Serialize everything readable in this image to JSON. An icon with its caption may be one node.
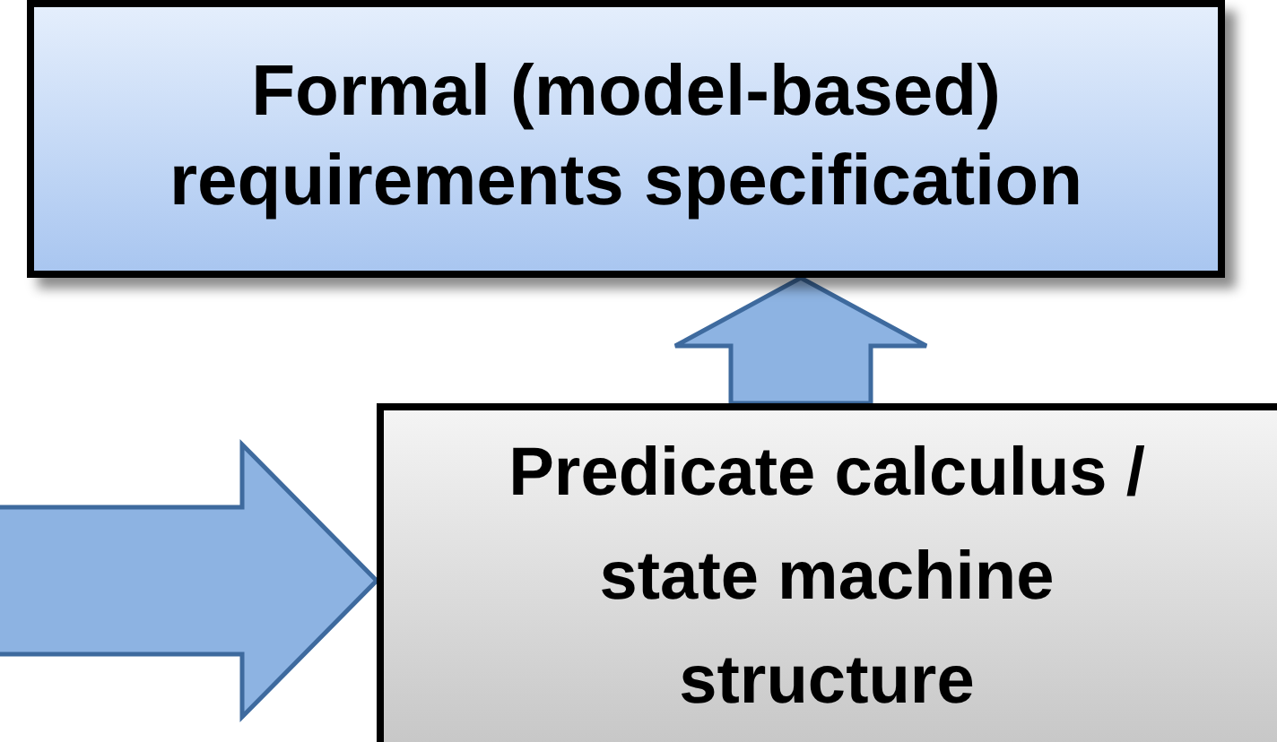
{
  "diagram": {
    "nodes": [
      {
        "text": [
          "Formal (model-based) requirements specification"
        ]
      },
      {
        "text": [
          "Predicate calculus / state machine structure"
        ]
      }
    ],
    "edges": [
      {
        "from": null,
        "to": 1,
        "arrow": "to"
      },
      {
        "from": 1,
        "to": 0,
        "arrow": "to"
      }
    ]
  }
}
